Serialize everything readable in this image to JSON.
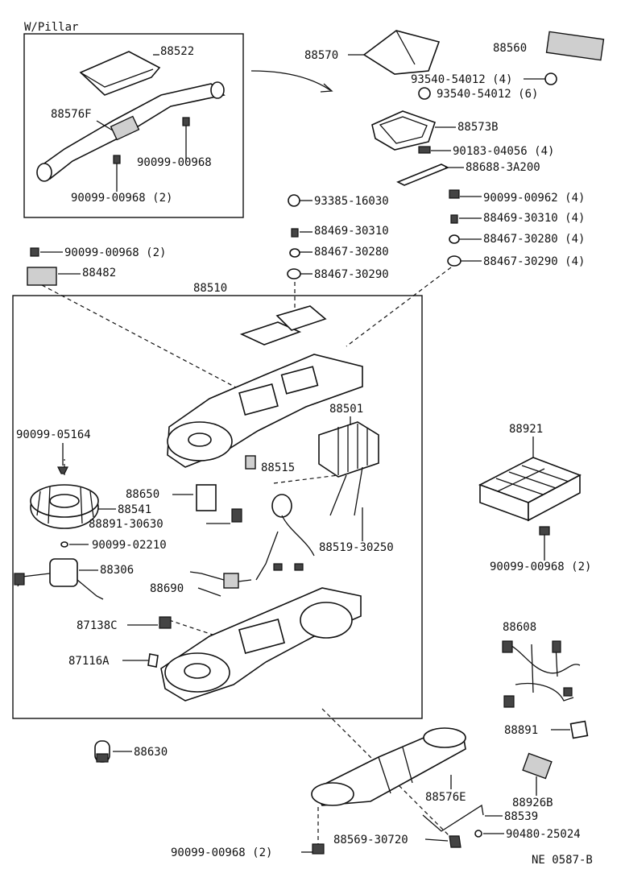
{
  "diagram": {
    "group_title": "W/Pillar",
    "drawing_code": "NE 0587-B",
    "labels": {
      "p88522": "88522",
      "p88576F": "88576F",
      "p90099_00968_a": "90099-00968",
      "p90099_00968_2a": "90099-00968 (2)",
      "p88570": "88570",
      "p88560": "88560",
      "p93540_4": "93540-54012 (4)",
      "p93540_6": "93540-54012 (6)",
      "p88573B": "88573B",
      "p90183": "90183-04056 (4)",
      "p88688": "88688-3A200",
      "p93385": "93385-16030",
      "p90099_00962": "90099-00962 (4)",
      "p88469a": "88469-30310",
      "p88469b": "88469-30310 (4)",
      "p88467_280a": "88467-30280",
      "p88467_280b": "88467-30280 (4)",
      "p88467_290a": "88467-30290",
      "p88467_290b": "88467-30290 (4)",
      "p90099_00968_2b": "90099-00968 (2)",
      "p88482": "88482",
      "p88510": "88510",
      "p88501": "88501",
      "p90099_05164": "90099-05164",
      "p88515": "88515",
      "p88921": "88921",
      "p88650": "88650",
      "p88541": "88541",
      "p88891_30630": "88891-30630",
      "p90099_02210": "90099-02210",
      "p88519": "88519-30250",
      "p90099_00968_2c": "90099-00968 (2)",
      "p88306": "88306",
      "p88690": "88690",
      "p87138C": "87138C",
      "p88608": "88608",
      "p87116A": "87116A",
      "p88891": "88891",
      "p88630": "88630",
      "p88926B": "88926B",
      "p88576E": "88576E",
      "p88539": "88539",
      "p88569": "88569-30720",
      "p90480": "90480-25024",
      "p90099_00968_2d": "90099-00968 (2)"
    }
  }
}
